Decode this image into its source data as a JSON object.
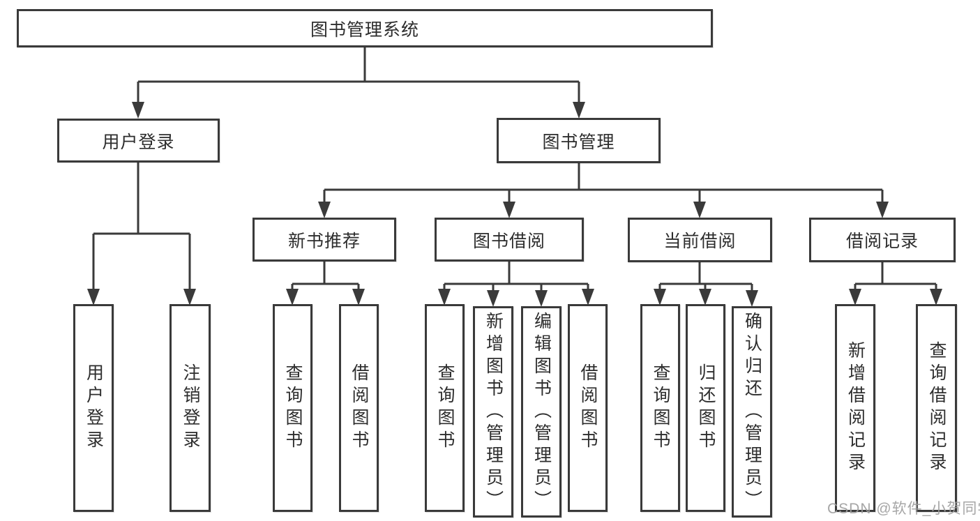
{
  "diagram": {
    "root_label": "图书管理系统",
    "branches": [
      {
        "label": "用户登录",
        "children": [
          {
            "label": "用户登录"
          },
          {
            "label": "注销登录"
          }
        ]
      },
      {
        "label": "图书管理",
        "groups": [
          {
            "label": "新书推荐",
            "children": [
              {
                "label": "查询图书"
              },
              {
                "label": "借阅图书"
              }
            ]
          },
          {
            "label": "图书借阅",
            "children": [
              {
                "label": "查询图书"
              },
              {
                "label": "新增图书（管理员）"
              },
              {
                "label": "编辑图书（管理员）"
              },
              {
                "label": "借阅图书"
              }
            ]
          },
          {
            "label": "当前借阅",
            "children": [
              {
                "label": "查询图书"
              },
              {
                "label": "归还图书"
              },
              {
                "label": "确认归还（管理员）"
              }
            ]
          },
          {
            "label": "借阅记录",
            "children": [
              {
                "label": "新增借阅记录"
              },
              {
                "label": "查询借阅记录"
              }
            ]
          }
        ]
      }
    ]
  },
  "watermark": "CSDN @软件_小贺同学",
  "colors": {
    "line": "#3a3a3a",
    "text": "#2d2d2d",
    "box_background": "#ffffff",
    "watermark": "#9e9e9e"
  }
}
